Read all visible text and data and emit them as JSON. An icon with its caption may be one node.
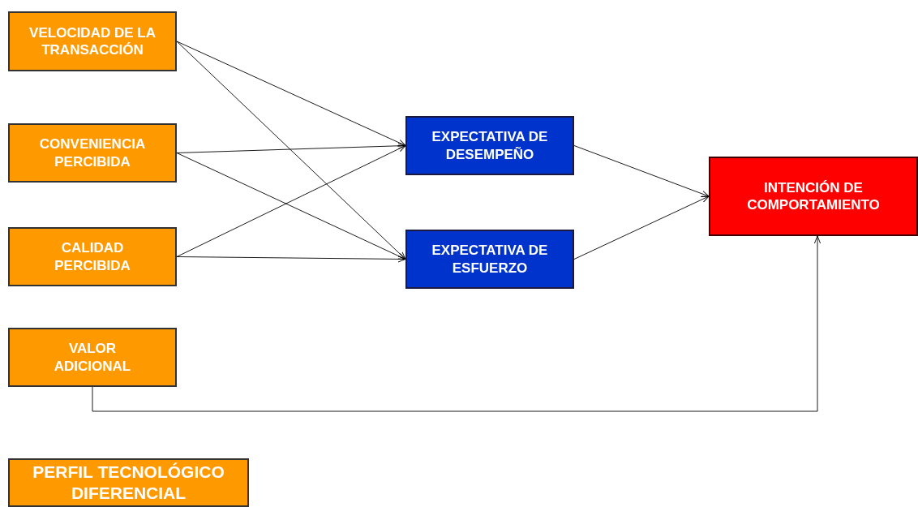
{
  "diagram": {
    "nodes": [
      {
        "text": [
          "VELOCIDAD DE LA TRANSACCIÓN"
        ]
      },
      {
        "text": [
          "CONVENIENCIA PERCIBIDA"
        ]
      },
      {
        "text": [
          "CALIDAD PERCIBIDA"
        ]
      },
      {
        "text": [
          "VALOR ADICIONAL"
        ]
      },
      {
        "text": [
          "PERFIL TECNOLÓGICO DIFERENCIAL"
        ]
      },
      {
        "text": [
          "EXPECTATIVA DE DESEMPEÑO"
        ]
      },
      {
        "text": [
          "EXPECTATIVA DE ESFUERZO"
        ]
      },
      {
        "text": [
          "INTENCIÓN DE COMPORTAMIENTO"
        ]
      }
    ],
    "edges": [
      {
        "from": 0,
        "to": 5,
        "arrow": "to"
      },
      {
        "from": 0,
        "to": 6,
        "arrow": "to"
      },
      {
        "from": 1,
        "to": 5,
        "arrow": "to"
      },
      {
        "from": 1,
        "to": 6,
        "arrow": "to"
      },
      {
        "from": 2,
        "to": 5,
        "arrow": "to"
      },
      {
        "from": 2,
        "to": 6,
        "arrow": "to"
      },
      {
        "from": 5,
        "to": 7,
        "arrow": "to"
      },
      {
        "from": 6,
        "to": 7,
        "arrow": "to"
      },
      {
        "from": 3,
        "to": 7,
        "arrow": "to"
      }
    ]
  }
}
